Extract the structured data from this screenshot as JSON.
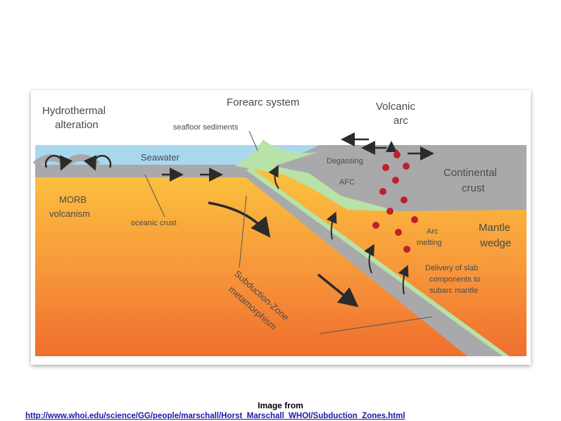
{
  "diagram": {
    "labels": {
      "hydrothermal": "Hydrothermal",
      "alteration": "alteration",
      "forearc_system": "Forearc system",
      "volcanic": "Volcanic",
      "arc": "arc",
      "seafloor_sediments": "seafloor sediments",
      "seawater": "Seawater",
      "degassing": "Degassing",
      "afc": "AFC",
      "continental": "Continental",
      "crust": "crust",
      "morb": "MORB",
      "volcanism": "volcanism",
      "oceanic_crust": "oceanic crust",
      "arc_melting_1": "Arc",
      "arc_melting_2": "melting",
      "mantle": "Mantle",
      "wedge": "wedge",
      "delivery_1": "Delivery of slab",
      "delivery_2": "components to",
      "delivery_3": "subarc mantle",
      "subduction_1": "Subduction-Zone",
      "subduction_2": "metamorphism"
    },
    "colors": {
      "seawater": "#a9d8ee",
      "crust": "#a9a9ab",
      "sediment": "#b7e2a8",
      "mantle_top": "#fbc23e",
      "mantle_bottom": "#ef6f2e",
      "melt": "#c0202c",
      "arrow": "#2b2b2b"
    }
  },
  "caption": {
    "line1": "Image from",
    "line2": "http://www.whoi.edu/science/GG/people/marschall/Horst_Marschall_WHOI/Subduction_Zones.html"
  }
}
